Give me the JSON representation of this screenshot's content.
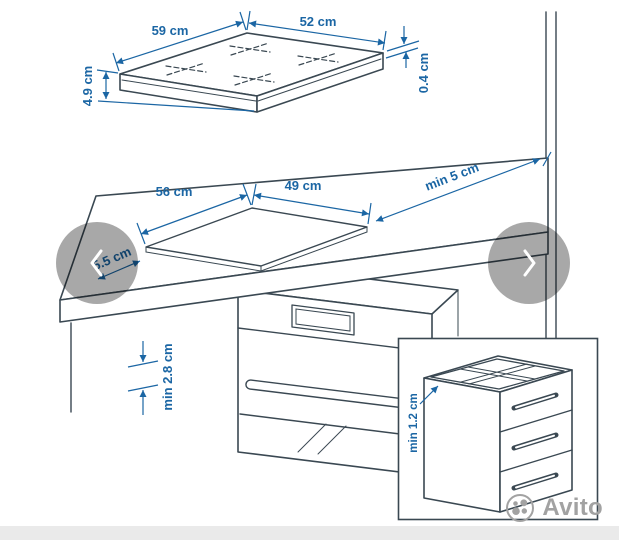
{
  "viewer": {
    "letterbox_color": "#eaeaea",
    "prev_icon": "chevron-left",
    "next_icon": "chevron-right",
    "watermark": {
      "icon": "avito-logo",
      "text": "Avito",
      "color": "#a2a2a2"
    }
  },
  "palette": {
    "drawing_line": "#3a4852",
    "dimension_blue": "#1b66a4",
    "nav_overlay": "rgba(0,0,0,0.34)"
  },
  "diagram": {
    "hob": {
      "width": "59 cm",
      "depth": "52 cm",
      "thickness": "4.9 cm",
      "edge_profile": "0.4 cm"
    },
    "cutout": {
      "width": "56 cm",
      "depth": "49 cm",
      "to_front_edge": "5.5 cm",
      "to_rear_wall": "min 5 cm"
    },
    "clearance_below_worktop": "min 2.8 cm",
    "clearance_hob_to_cabinet": "min 1.2 cm"
  }
}
